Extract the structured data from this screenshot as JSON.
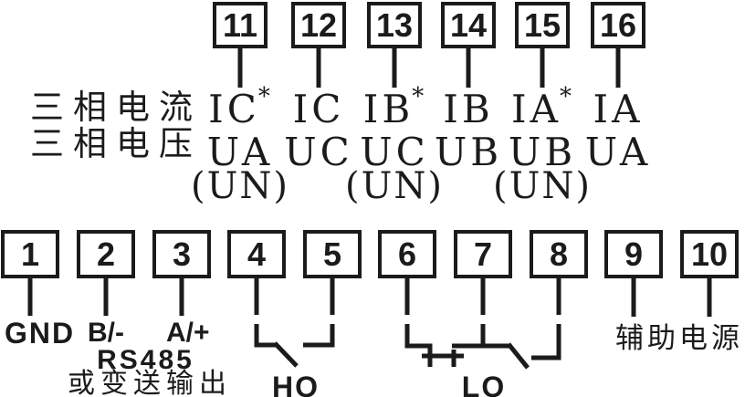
{
  "diagram": {
    "title_implicit": "meter terminal wiring diagram",
    "row_labels": {
      "current": "三相电流",
      "voltage": "三相电压"
    },
    "top_terminals": [
      {
        "number": "11",
        "current": "IC",
        "current_sup": "*",
        "voltage": "UA",
        "neutral": "(UN)"
      },
      {
        "number": "12",
        "current": "IC",
        "voltage": "UC"
      },
      {
        "number": "13",
        "current": "IB",
        "current_sup": "*",
        "voltage": "UC",
        "neutral": "(UN)"
      },
      {
        "number": "14",
        "current": "IB",
        "voltage": "UB"
      },
      {
        "number": "15",
        "current": "IA",
        "current_sup": "*",
        "voltage": "UB",
        "neutral": "(UN)"
      },
      {
        "number": "16",
        "current": "IA",
        "voltage": "UA"
      }
    ],
    "bottom_terminals": [
      {
        "number": "1"
      },
      {
        "number": "2"
      },
      {
        "number": "3"
      },
      {
        "number": "4"
      },
      {
        "number": "5"
      },
      {
        "number": "6"
      },
      {
        "number": "7"
      },
      {
        "number": "8"
      },
      {
        "number": "9"
      },
      {
        "number": "10"
      }
    ],
    "bottom_labels": {
      "terminal1": "GND",
      "terminal2": "B/-",
      "terminal3": "A/+",
      "bus": "RS485",
      "bus_alt": "或变送输出",
      "relay_ho": "HO",
      "relay_lo": "LO",
      "aux_power": "辅助电源"
    },
    "colors": {
      "line": "#1b1b1b",
      "background": "#ffffff"
    }
  }
}
